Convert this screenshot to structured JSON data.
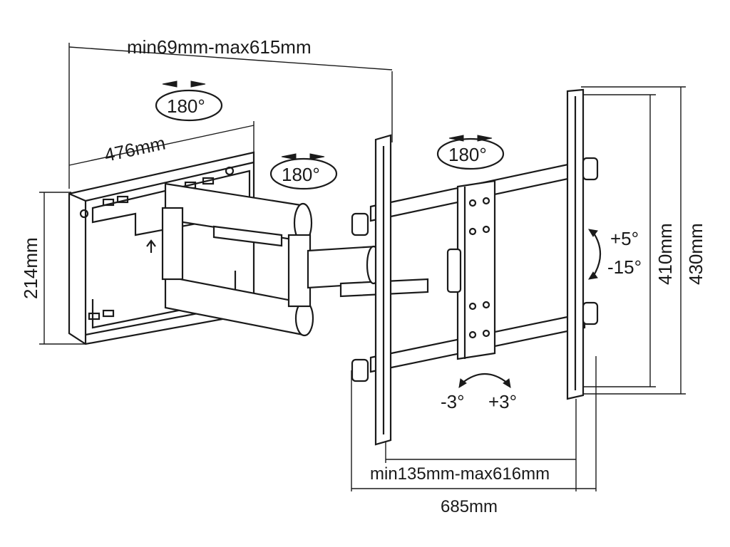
{
  "dimensions": {
    "arm_extension": "min69mm-max615mm",
    "arm_length": "476mm",
    "wall_plate_height": "214mm",
    "vesa_horizontal": "min135mm-max616mm",
    "overall_width": "685mm",
    "vesa_vertical_inner": "410mm",
    "vesa_vertical_outer": "430mm"
  },
  "rotations": {
    "top_left": "180°",
    "middle_left": "180°",
    "middle_right": "180°"
  },
  "tilt": {
    "up": "+5°",
    "down": "-15°"
  },
  "level": {
    "left": "-3°",
    "right": "+3°"
  },
  "colors": {
    "line": "#1a1a1a",
    "background": "#ffffff"
  }
}
